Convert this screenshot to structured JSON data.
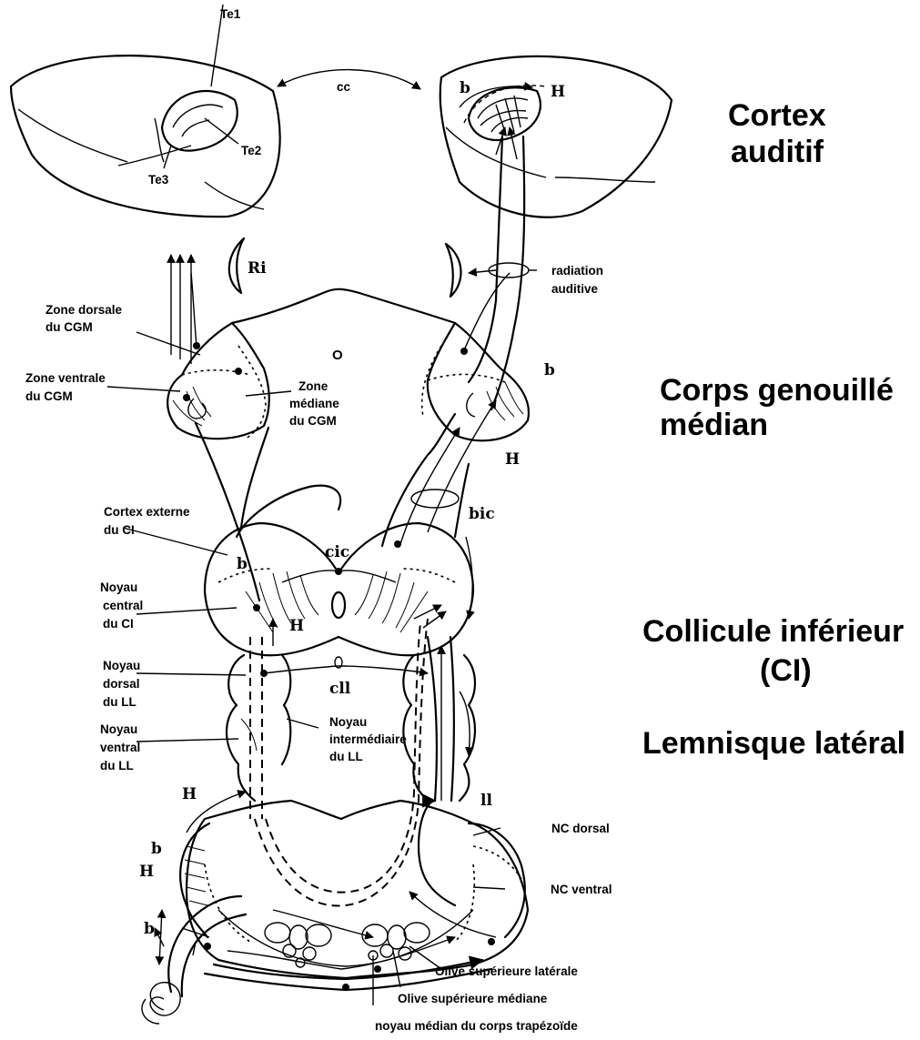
{
  "headings": {
    "cortex_line1": "Cortex",
    "cortex_line2": "auditif",
    "cgm_line1": "Corps genouillé",
    "cgm_line2": "médian",
    "ci_line1": "Collicule inférieur",
    "ci_line2": "(CI)",
    "ll": "Lemnisque latéral"
  },
  "cortex": {
    "te1": "Te1",
    "te2": "Te2",
    "te3": "Te3",
    "cc": "cc",
    "b": "b",
    "h": "H"
  },
  "thalamus": {
    "ri": "Ri",
    "radiation_line1": "radiation",
    "radiation_line2": "auditive",
    "zone_dorsale_line1": "Zone dorsale",
    "zone_dorsale_line2": "du CGM",
    "zone_ventrale_line1": "Zone ventrale",
    "zone_ventrale_line2": "du CGM",
    "zone_mediane_line1": "Zone",
    "zone_mediane_line2": "médiane",
    "zone_mediane_line3": "du CGM",
    "midline_o": "O",
    "b": "b",
    "h": "H"
  },
  "colliculus": {
    "cortex_externe_line1": "Cortex externe",
    "cortex_externe_line2": "du CI",
    "cic": "cic",
    "bic": "bic",
    "noyau_central_line1": "Noyau",
    "noyau_central_line2": "central",
    "noyau_central_line3": "du CI",
    "b": "b",
    "h": "H",
    "midline_o": "O"
  },
  "lemniscus": {
    "noyau_dorsal_line1": "Noyau",
    "noyau_dorsal_line2": "dorsal",
    "noyau_dorsal_line3": "du LL",
    "cll": "cll",
    "noyau_ventral_line1": "Noyau",
    "noyau_ventral_line2": "ventral",
    "noyau_ventral_line3": "du LL",
    "noyau_inter_line1": "Noyau",
    "noyau_inter_line2": "intermédiaire",
    "noyau_inter_line3": "du LL",
    "ll": "ll"
  },
  "brainstem": {
    "h1": "H",
    "b1": "b",
    "h2": "H",
    "b2": "b",
    "nc_dorsal": "NC dorsal",
    "nc_ventral": "NC ventral",
    "olive_laterale": "Olive supérieure latérale",
    "olive_mediane": "Olive supérieure médiane",
    "noyau_trapezoide": "noyau médian du corps trapézoïde"
  }
}
